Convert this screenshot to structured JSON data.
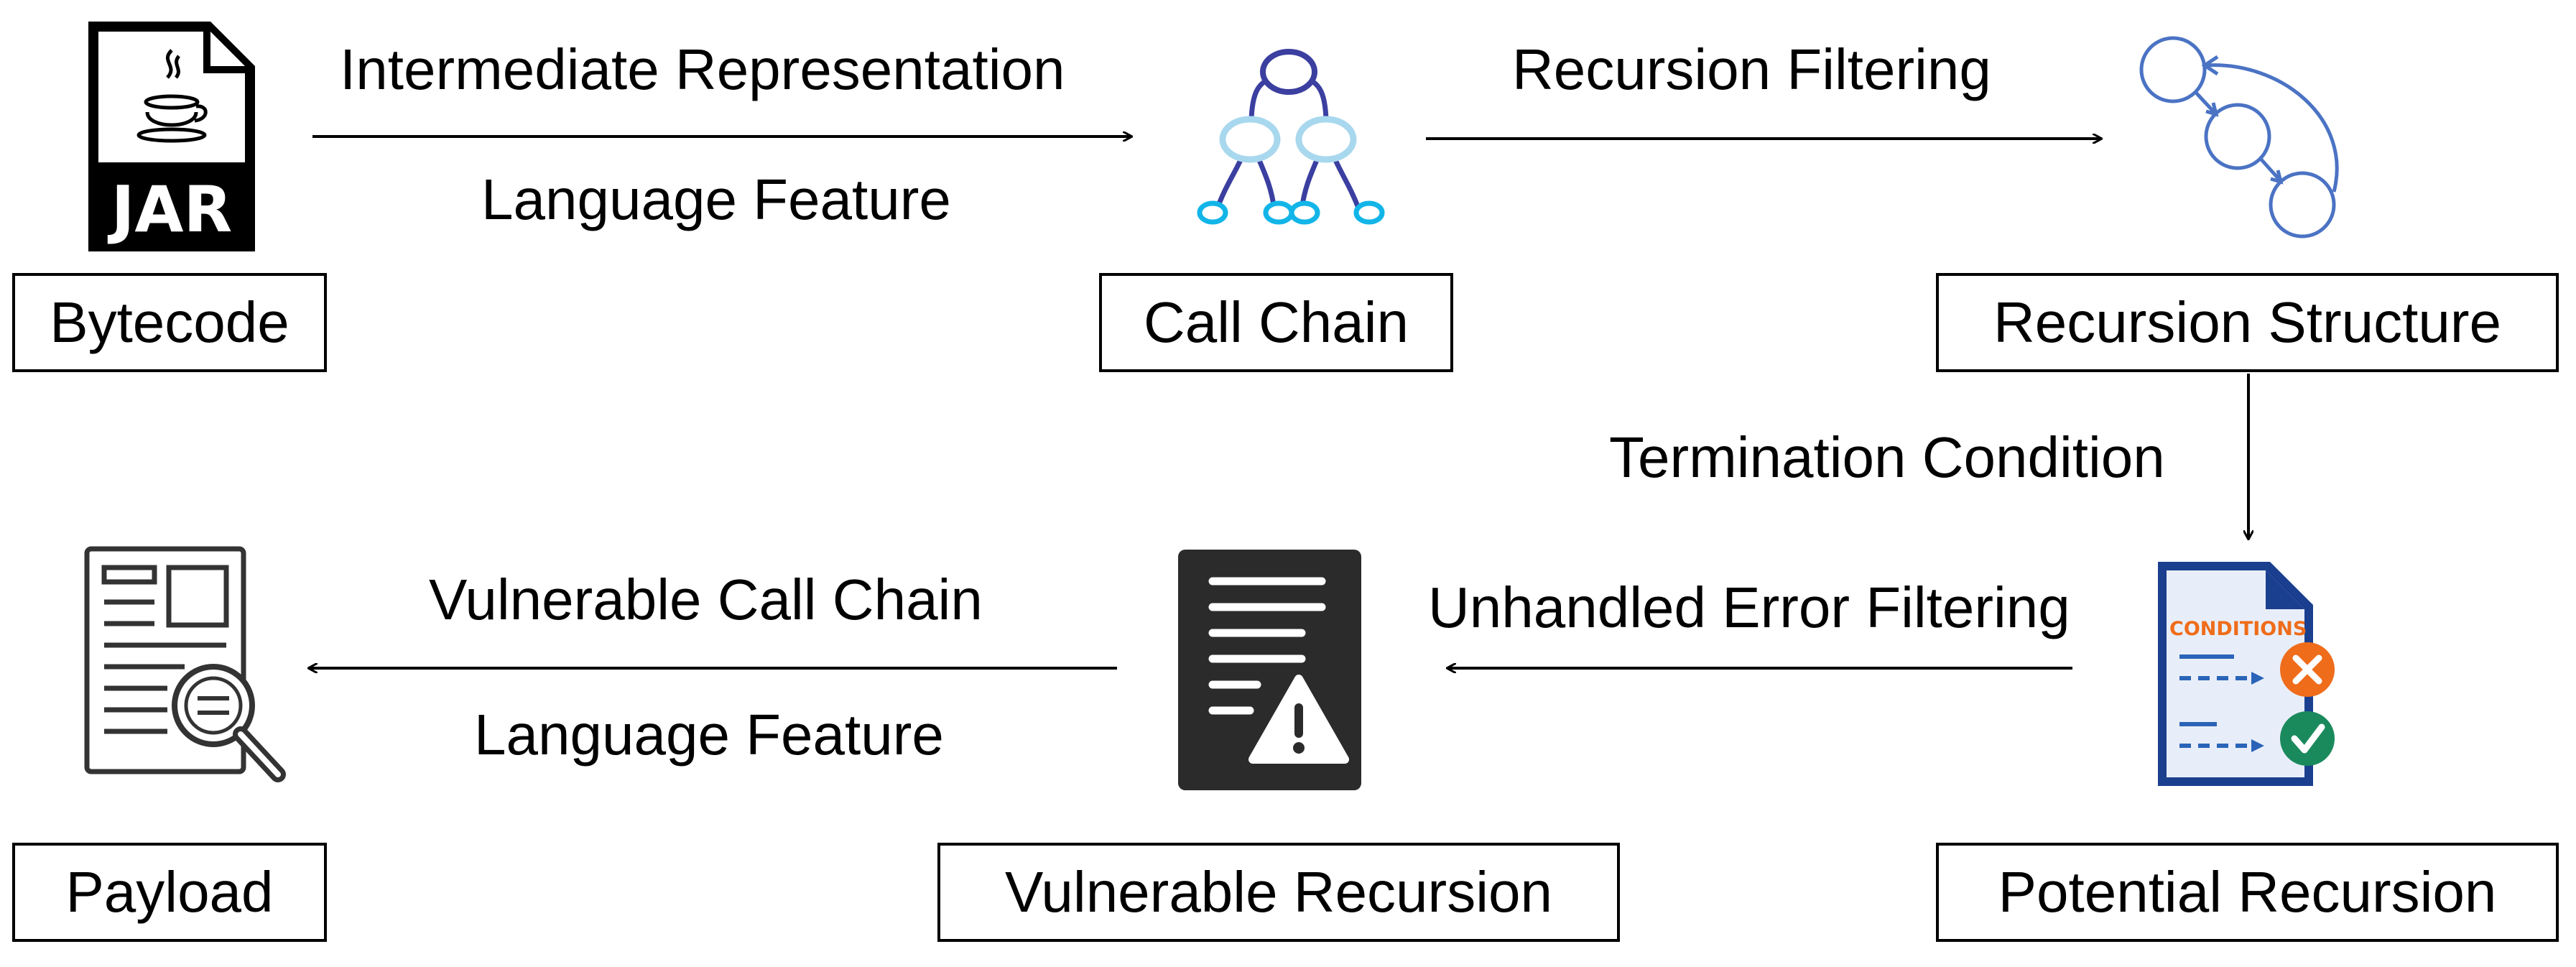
{
  "nodes": {
    "bytecode": "Bytecode",
    "call_chain": "Call Chain",
    "recursion_structure": "Recursion Structure",
    "potential_recursion": "Potential Recursion",
    "vulnerable_recursion": "Vulnerable Recursion",
    "payload": "Payload"
  },
  "edges": {
    "e1_top": "Intermediate Representation",
    "e1_bottom": "Language Feature",
    "e2_top": "Recursion Filtering",
    "e3_side": "Termination Condition",
    "e4_top": "Unhandled Error Filtering",
    "e5_top": "Vulnerable Call Chain",
    "e5_bottom": "Language Feature"
  },
  "icons": {
    "jar_text": "JAR",
    "conditions_text": "CONDITIONS"
  }
}
